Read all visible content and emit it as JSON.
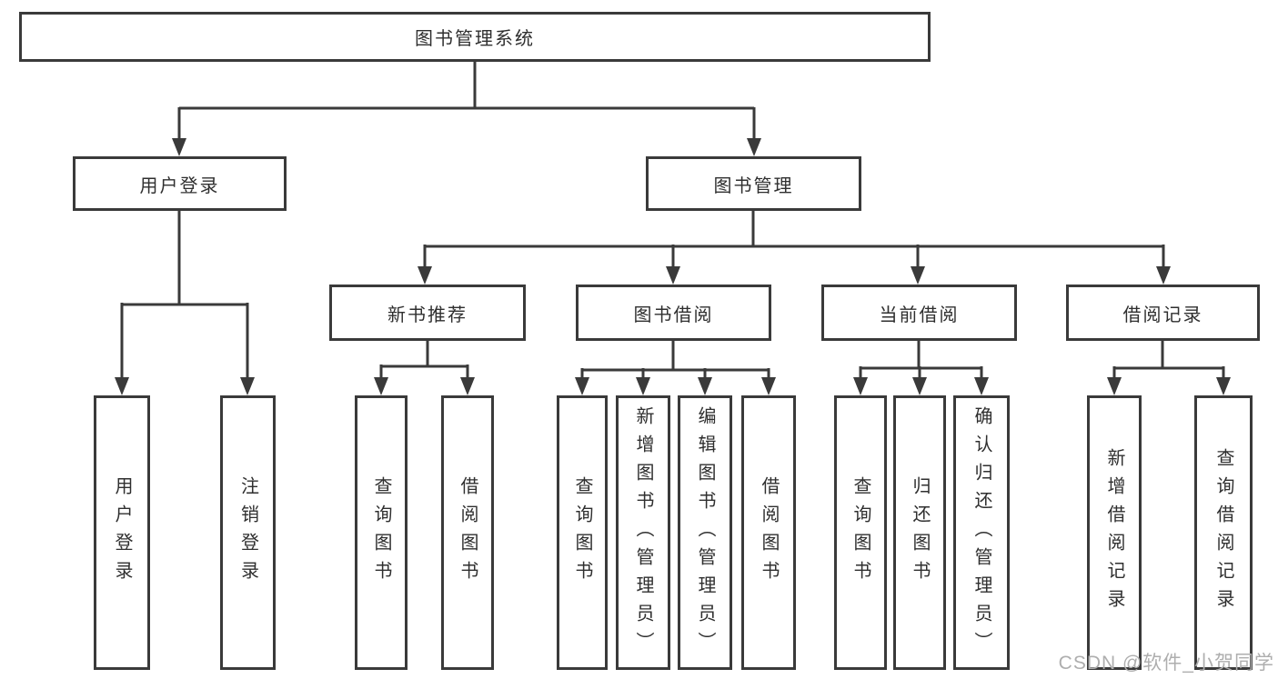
{
  "diagram": {
    "type": "hierarchy-diagram",
    "colors": {
      "line": "#3a3a3a",
      "box_border": "#3a3a3a",
      "box_fill": "#ffffff",
      "text": "#2f2f2f",
      "watermark": "#aeaeae"
    },
    "tree": {
      "root": "图书管理系统",
      "children": [
        {
          "label": "用户登录",
          "children": [
            {
              "label": "用户登录"
            },
            {
              "label": "注销登录"
            }
          ]
        },
        {
          "label": "图书管理",
          "children": [
            {
              "label": "新书推荐",
              "children": [
                {
                  "label": "查询图书"
                },
                {
                  "label": "借阅图书"
                }
              ]
            },
            {
              "label": "图书借阅",
              "children": [
                {
                  "label": "查询图书"
                },
                {
                  "label": "新增图书（管理员）"
                },
                {
                  "label": "编辑图书（管理员）"
                },
                {
                  "label": "借阅图书"
                }
              ]
            },
            {
              "label": "当前借阅",
              "children": [
                {
                  "label": "查询图书"
                },
                {
                  "label": "归还图书"
                },
                {
                  "label": "确认归还（管理员）"
                }
              ]
            },
            {
              "label": "借阅记录",
              "children": [
                {
                  "label": "新增借阅记录"
                },
                {
                  "label": "查询借阅记录"
                }
              ]
            }
          ]
        }
      ]
    },
    "watermark": {
      "text": "CSDN @软件_小贺同学"
    }
  }
}
